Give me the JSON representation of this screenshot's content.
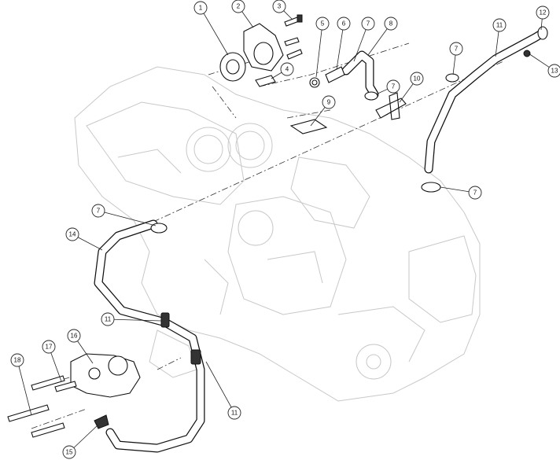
{
  "diagram": {
    "type": "exploded-parts-view",
    "callouts": [
      "1",
      "2",
      "3",
      "4",
      "5",
      "6",
      "7",
      "8",
      "7",
      "7",
      "9",
      "10",
      "11",
      "12",
      "13",
      "7",
      "7",
      "14",
      "11",
      "16",
      "17",
      "18",
      "11",
      "15"
    ]
  }
}
